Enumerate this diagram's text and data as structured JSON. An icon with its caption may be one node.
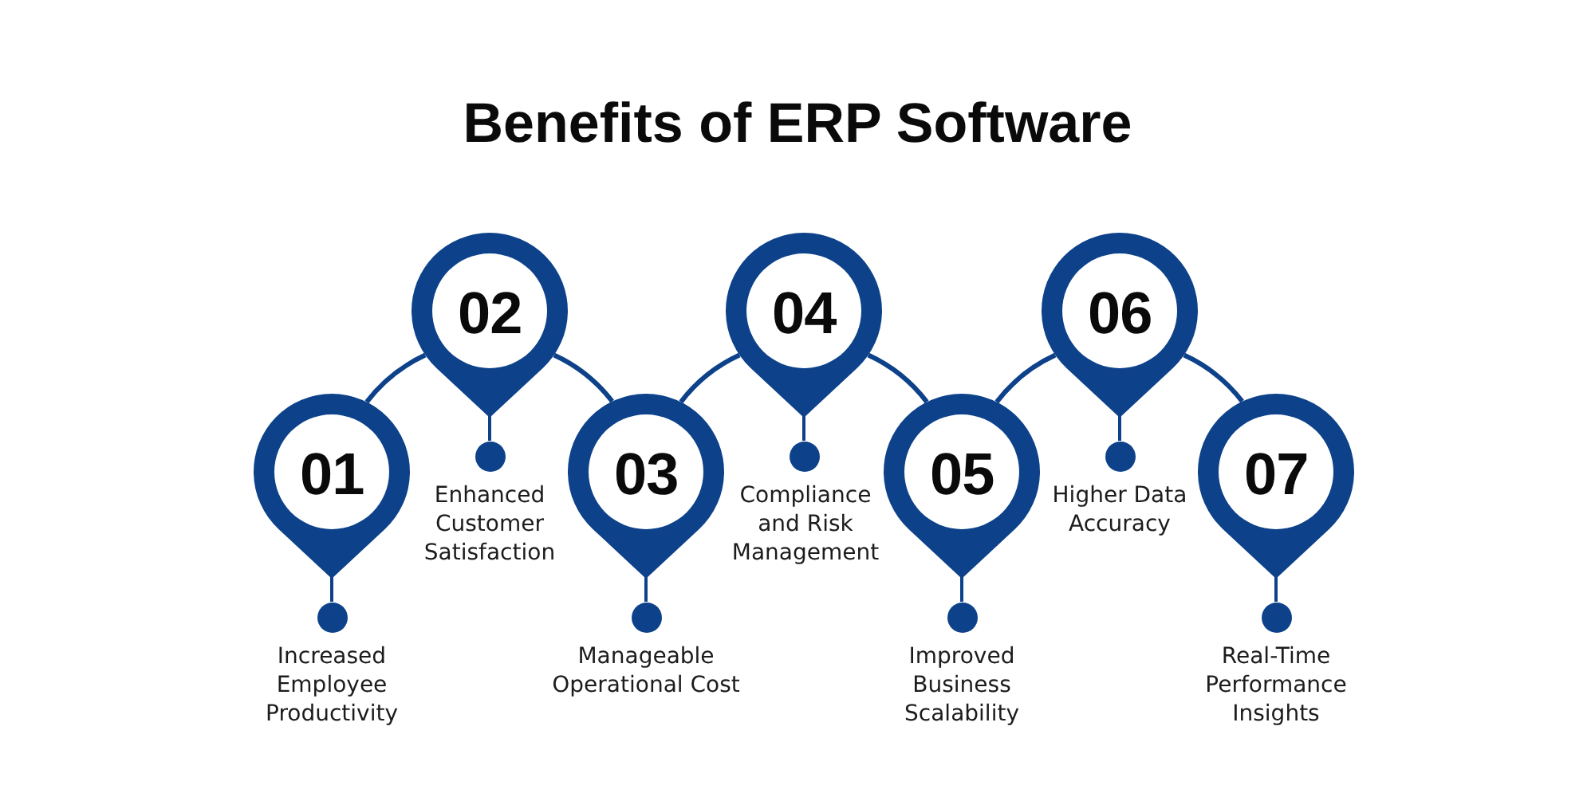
{
  "diagram": {
    "title": "Benefits of ERP Software",
    "nodes": [
      {
        "text": [
          "01"
        ],
        "beside": [
          "Increased Employee Productivity"
        ]
      },
      {
        "text": [
          "02"
        ]
      },
      {
        "text": [
          "03"
        ],
        "beside": [
          "Manageable Operational Cost"
        ]
      },
      {
        "text": [
          "04"
        ]
      },
      {
        "text": [
          "05"
        ],
        "beside": [
          "Improved Business Scalability"
        ]
      },
      {
        "text": [
          "06"
        ]
      },
      {
        "text": [
          "07"
        ],
        "beside": [
          "Real-Time Performance Insights"
        ]
      }
    ],
    "edges": [
      {
        "from": 0,
        "to": 1,
        "arrow": "none"
      },
      {
        "from": 1,
        "to": 2,
        "arrow": "none"
      },
      {
        "from": 2,
        "to": 3,
        "arrow": "none"
      },
      {
        "from": 3,
        "to": 4,
        "arrow": "none"
      },
      {
        "from": 4,
        "to": 5,
        "arrow": "none"
      },
      {
        "from": 5,
        "to": 6,
        "arrow": "none"
      }
    ],
    "labels": [
      "Enhanced Customer Satisfaction",
      "Compliance and Risk Management",
      "Higher Data Accuracy"
    ]
  }
}
